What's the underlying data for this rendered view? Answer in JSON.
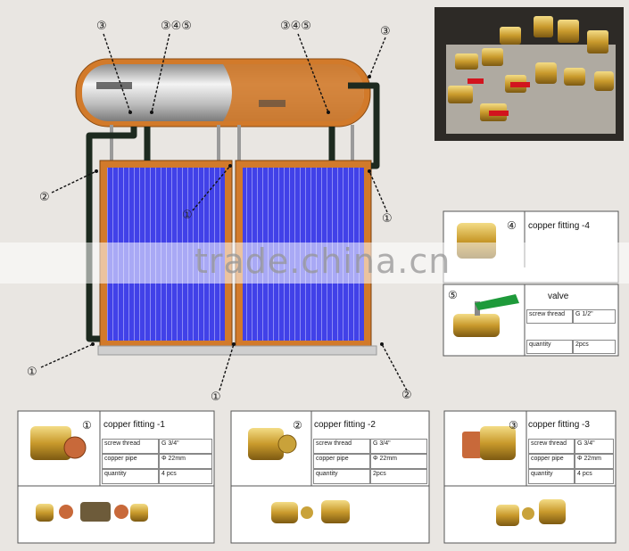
{
  "labels": {
    "top_left_3": "③",
    "top_mid_345": "③④⑤",
    "top_right_345": "③④⑤",
    "top_far_right_3": "③",
    "left_2": "②",
    "center_1": "①",
    "right_1": "①",
    "bottom_left_1": "①",
    "bottom_mid_1": "①",
    "bottom_right_2": "②"
  },
  "watermark": "trade.china.cn",
  "fitting1": {
    "num": "①",
    "title": "copper fitting -1",
    "rows": [
      [
        "screw thread",
        "G 3/4\""
      ],
      [
        "copper pipe",
        "Φ 22mm"
      ],
      [
        "quantity",
        "4 pcs"
      ]
    ]
  },
  "fitting2": {
    "num": "②",
    "title": "copper fitting -2",
    "rows": [
      [
        "screw thread",
        "G 3/4\""
      ],
      [
        "copper pipe",
        "Φ 22mm"
      ],
      [
        "quantity",
        "2pcs"
      ]
    ]
  },
  "fitting3": {
    "num": "③",
    "title": "copper fitting -3",
    "rows": [
      [
        "screw thread",
        "G 3/4\""
      ],
      [
        "copper pipe",
        "Φ 22mm"
      ],
      [
        "quantity",
        "4 pcs"
      ]
    ]
  },
  "fitting4": {
    "num": "④",
    "title": "copper fitting -4"
  },
  "valve": {
    "num": "⑤",
    "title": "valve",
    "rows": [
      [
        "screw thread",
        "G 1/2\""
      ],
      [
        "quantity",
        "2pcs"
      ]
    ]
  },
  "colors": {
    "panel_blue": "#3f3fe6",
    "frame_orange": "#d27a2a",
    "tank_silver": "#cfcfcf",
    "pipe_dark": "#1d2a1f",
    "brass": "#c9a23a"
  }
}
